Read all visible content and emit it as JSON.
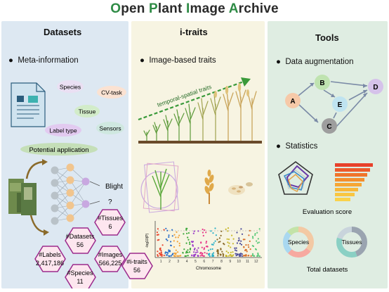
{
  "title": {
    "letters": [
      "O",
      "pen ",
      "P",
      "lant ",
      "I",
      "mage ",
      "A",
      "rchive"
    ]
  },
  "datasets": {
    "heading": "Datasets",
    "meta_label": "Meta-information",
    "meta_tags": {
      "species": "Species",
      "cv_task": "CV-task",
      "tissue": "Tissue",
      "label_type": "Label type",
      "sensors": "Sensors"
    },
    "potential_application": "Potential application",
    "blight_label": "Blight",
    "question_mark": "?",
    "stats": {
      "tissues": {
        "label": "#Tissues",
        "value": "6"
      },
      "datasets": {
        "label": "#Datasets",
        "value": "56"
      },
      "images": {
        "label": "#Images",
        "value": "566,225"
      },
      "labels": {
        "label": "#Labels",
        "value": "2,417,186"
      },
      "species": {
        "label": "#Species",
        "value": "11"
      },
      "itraits": {
        "label": "#i-traits",
        "value": "56"
      }
    }
  },
  "itraits": {
    "heading": "i-traits",
    "image_based_label": "Image-based traits",
    "arrow_label": "temporal-spatial traits",
    "manhattan": {
      "y_label": "-log10(P)",
      "x_label": "Chromosome",
      "chromosomes": [
        "1",
        "2",
        "3",
        "4",
        "5",
        "6",
        "7",
        "8",
        "9",
        "10",
        "11",
        "12"
      ]
    }
  },
  "tools": {
    "heading": "Tools",
    "augmentation_label": "Data augmentation",
    "graph_nodes": [
      "A",
      "B",
      "C",
      "D",
      "E"
    ],
    "statistics_label": "Statistics",
    "evaluation_label": "Evaluation score",
    "donut_species": "Species",
    "donut_tissues": "Tissues",
    "total_datasets_label": "Total datasets"
  },
  "colors": {
    "title_green": "#2e8b45",
    "panel_datasets": "#dde8f2",
    "panel_itraits": "#f7f4e2",
    "panel_tools": "#dfede2",
    "hex_fill": "#fde6ef",
    "hex_border": "#9b2a8c",
    "node_orange": "#f6c9a8",
    "node_green": "#bfe3b0",
    "node_purple": "#d5c2ea",
    "node_grey": "#9e9e9e"
  }
}
